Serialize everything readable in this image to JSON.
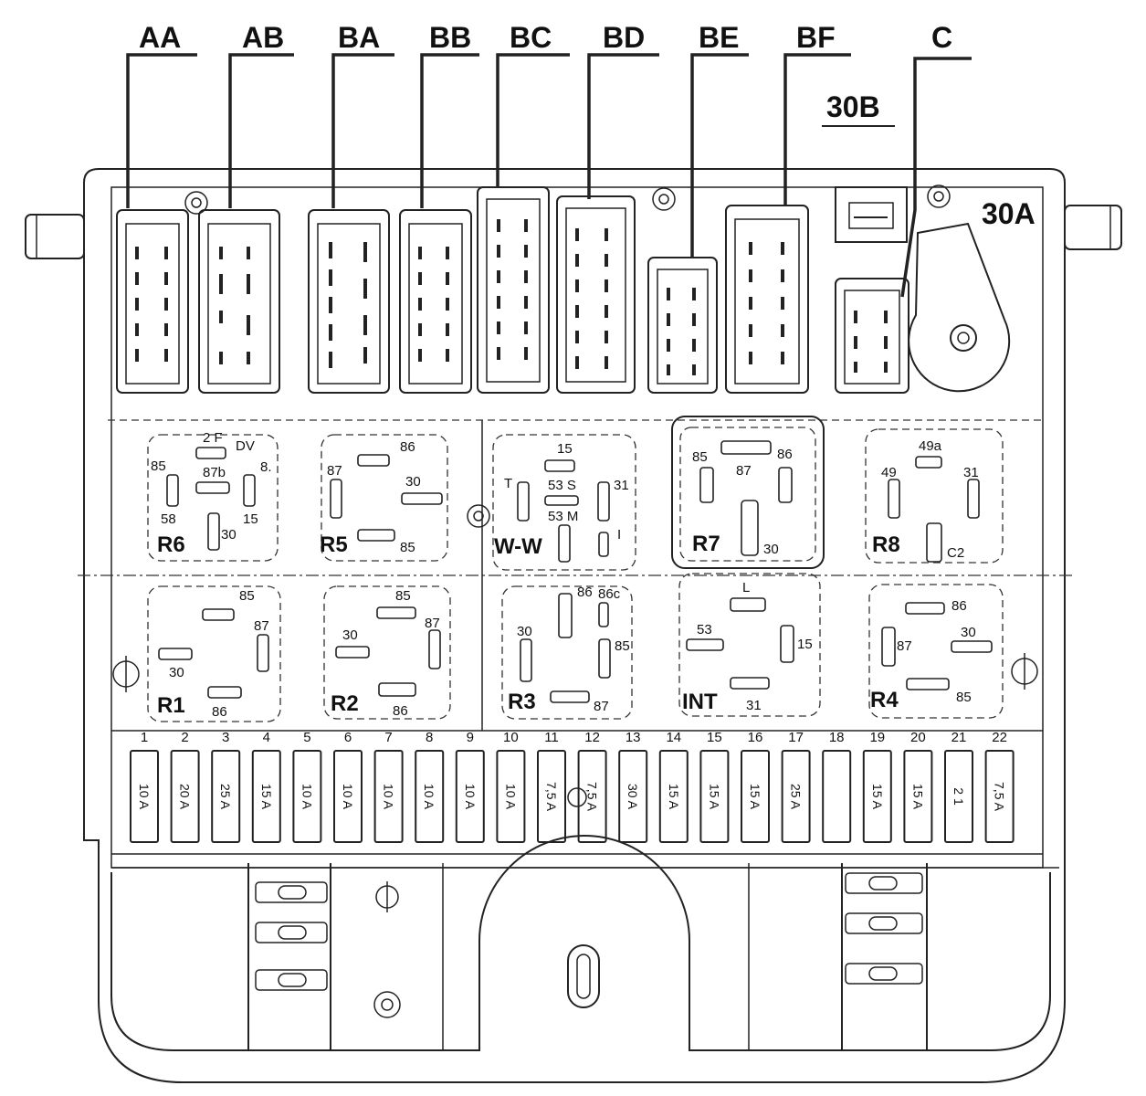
{
  "connectors": [
    {
      "id": "AA",
      "label": "AA"
    },
    {
      "id": "AB",
      "label": "AB"
    },
    {
      "id": "BA",
      "label": "BA"
    },
    {
      "id": "BB",
      "label": "BB"
    },
    {
      "id": "BC",
      "label": "BC"
    },
    {
      "id": "BD",
      "label": "BD"
    },
    {
      "id": "BE",
      "label": "BE"
    },
    {
      "id": "BF",
      "label": "BF"
    },
    {
      "id": "C",
      "label": "C"
    }
  ],
  "terminal_labels": {
    "t30b": "30B",
    "t30a": "30A"
  },
  "relays": [
    {
      "id": "R6",
      "label": "R6",
      "pins": [
        "2 F",
        "DV",
        "85",
        "87b",
        "8.",
        "58",
        "15",
        "30"
      ]
    },
    {
      "id": "R5",
      "label": "R5",
      "pins": [
        "86",
        "87",
        "30",
        "85"
      ]
    },
    {
      "id": "WW",
      "label": "W-W",
      "pins": [
        "15",
        "T",
        "53 S",
        "31",
        "53 M",
        "I"
      ]
    },
    {
      "id": "R7",
      "label": "R7",
      "pins": [
        "85",
        "86",
        "87",
        "30"
      ]
    },
    {
      "id": "R8",
      "label": "R8",
      "pins": [
        "49a",
        "49",
        "31",
        "C2"
      ]
    },
    {
      "id": "R1",
      "label": "R1",
      "pins": [
        "85",
        "87",
        "30",
        "86"
      ]
    },
    {
      "id": "R2",
      "label": "R2",
      "pins": [
        "85",
        "87",
        "30",
        "86"
      ]
    },
    {
      "id": "R3",
      "label": "R3",
      "pins": [
        "86",
        "86c",
        "30",
        "85",
        "87"
      ]
    },
    {
      "id": "INT",
      "label": "INT",
      "pins": [
        "L",
        "53",
        "15",
        "31"
      ]
    },
    {
      "id": "R4",
      "label": "R4",
      "pins": [
        "86",
        "87",
        "30",
        "85"
      ]
    }
  ],
  "fuses": [
    {
      "n": "1",
      "rating": "10 A"
    },
    {
      "n": "2",
      "rating": "20 A"
    },
    {
      "n": "3",
      "rating": "25 A"
    },
    {
      "n": "4",
      "rating": "15 A"
    },
    {
      "n": "5",
      "rating": "10 A"
    },
    {
      "n": "6",
      "rating": "10 A"
    },
    {
      "n": "7",
      "rating": "10 A"
    },
    {
      "n": "8",
      "rating": "10 A"
    },
    {
      "n": "9",
      "rating": "10 A"
    },
    {
      "n": "10",
      "rating": "10 A"
    },
    {
      "n": "11",
      "rating": "7,5 A"
    },
    {
      "n": "12",
      "rating": "7,5 A"
    },
    {
      "n": "13",
      "rating": "30 A"
    },
    {
      "n": "14",
      "rating": "15 A"
    },
    {
      "n": "15",
      "rating": "15 A"
    },
    {
      "n": "16",
      "rating": "15 A"
    },
    {
      "n": "17",
      "rating": "25 A"
    },
    {
      "n": "18",
      "rating": ""
    },
    {
      "n": "19",
      "rating": "15 A"
    },
    {
      "n": "20",
      "rating": "15 A"
    },
    {
      "n": "21",
      "rating": "2 1"
    },
    {
      "n": "22",
      "rating": "7,5 A"
    }
  ]
}
